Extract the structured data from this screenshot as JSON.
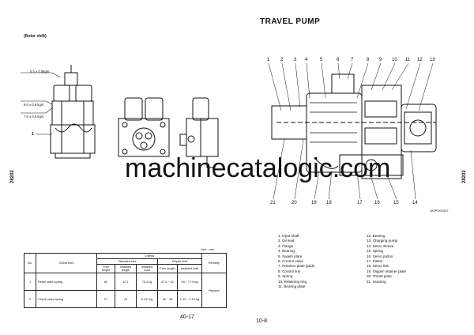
{
  "page": {
    "title": "TRAVEL PUMP",
    "subtitle": "(Rotor shift)",
    "side_id_left": "28202",
    "side_id_right": "28202",
    "watermark": "machinecatalogic.com",
    "drawing_code": "282PG01007",
    "page_number_inner": "40-17",
    "page_number_outer": "10-8"
  },
  "torque_specs": [
    "5.5 ± 0.5kgm",
    "9.0 ± 0.8 kgm",
    "7.6 ± 0.6 kgm"
  ],
  "callout_left": "1",
  "top_callouts": [
    "1",
    "2",
    "3",
    "4",
    "5",
    "6",
    "7",
    "8",
    "9",
    "10",
    "11",
    "12",
    "13"
  ],
  "bottom_callouts": [
    "21",
    "20",
    "19",
    "18",
    "17",
    "16",
    "15",
    "14"
  ],
  "parts": [
    "1. Input shaft",
    "2. Oil seal",
    "3. Flange",
    "4. Bearing",
    "5. Swash plate",
    "6. Control valve",
    "7. Retainer plate guide",
    "8. Control link",
    "9. Spring",
    "10. Retaining ring",
    "11. Bearing plate",
    "12. Bearing",
    "13. Charging pump",
    "14. Servo sleeve",
    "15. Spring",
    "16. Servo piston",
    "17. Piston",
    "18. Servo link",
    "19. Slipper retainer plate",
    "20. Thrust plate",
    "21. Housing"
  ],
  "table": {
    "unit": "Unit : mm",
    "headers": {
      "no": "No.",
      "check_item": "Check item",
      "criteria": "Criteria",
      "remedy": "Remedy",
      "standard_size": "Standard size",
      "repair_limit": "Repair limit",
      "free_length": "Free length",
      "installed_length": "Installed length",
      "installed_load": "Installed load",
      "free_length_2": "Free length",
      "installed_load_2": "Installed load"
    },
    "rows": [
      {
        "no": "1",
        "item": "Relief valve spring",
        "free": "60",
        "inst_len": "10.1",
        "inst_load": "70.4 kg",
        "rl_free": "47.6 ~ 51",
        "rl_load": "63 ~ 77.6 kg"
      },
      {
        "no": "2",
        "item": "Check valve spring",
        "free": "27",
        "inst_len": "78",
        "inst_load": "0.137 kg",
        "rl_free": "26 ~ 28",
        "rl_load": "0.12 ~ 0.15 kg"
      }
    ],
    "remedy": "Replace"
  }
}
